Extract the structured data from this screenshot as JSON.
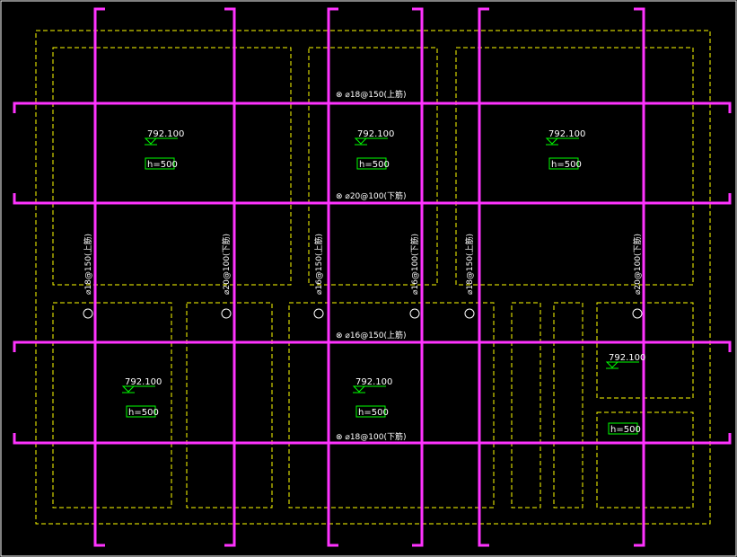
{
  "colors": {
    "background": "#000000",
    "frame": "#ffffff",
    "outline_dashed": "#ffff00",
    "rebar": "#ff33ff",
    "label_box": "#00ff00",
    "elevation_symbol": "#00ff00",
    "text": "#ffffff"
  },
  "elevation_value": "792.100",
  "thickness_label": "h=500",
  "rebar_labels": {
    "top_row_top": "⊗ ⌀18@150(上筋)",
    "top_row_bottom": "⊗ ⌀20@100(下筋)",
    "bottom_row_top": "⊗ ⌀16@150(上筋)",
    "bottom_row_bottom": "⊗ ⌀18@100(下筋)",
    "col1_left": "⌀18@150(上筋)",
    "col1_right": "⌀20@100(下筋)",
    "col2_left": "⌀16@150(上筋)",
    "col2_right": "⌀16@100(下筋)",
    "col3_left": "⌀18@150(上筋)",
    "col3_right": "⌀20@100(下筋)"
  },
  "axis_marker": "x"
}
